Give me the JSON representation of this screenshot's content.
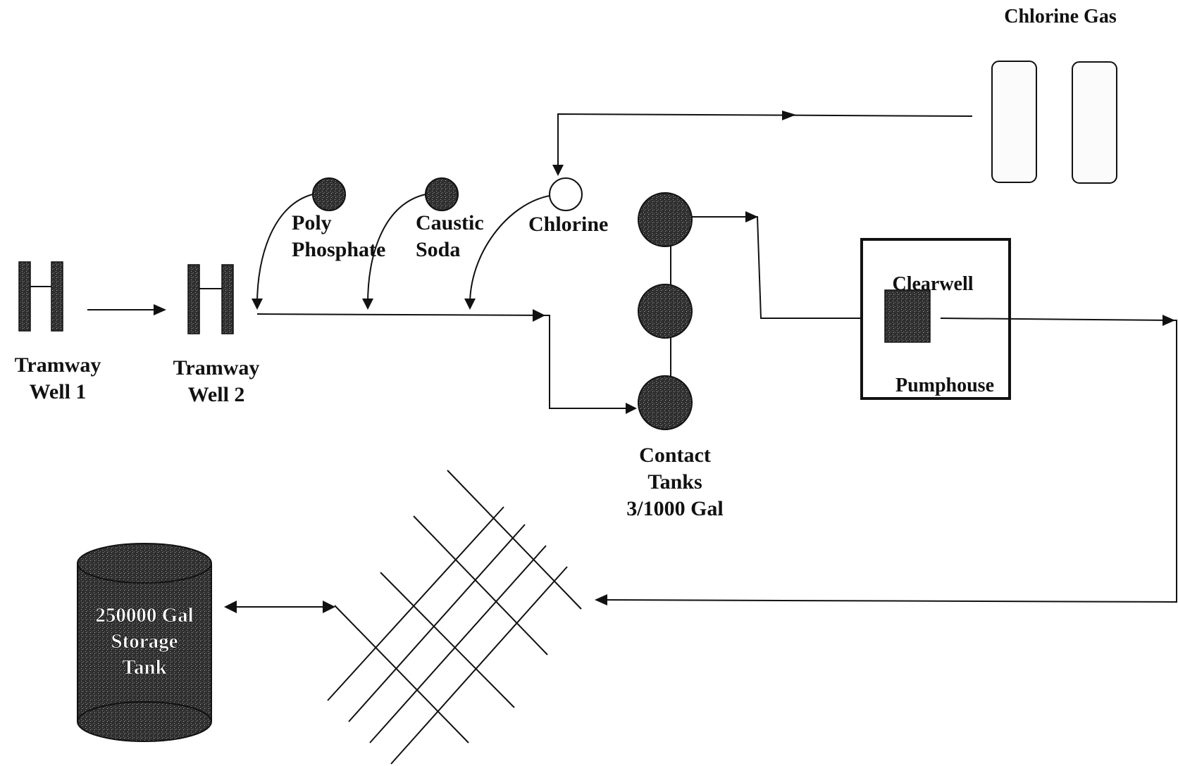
{
  "labels": {
    "chlorine_gas": "Chlorine Gas",
    "poly_line1": "Poly",
    "poly_line2": "Phosphate",
    "caustic_line1": "Caustic",
    "caustic_line2": "Soda",
    "chlorine": "Chlorine",
    "well1_line1": "Tramway",
    "well1_line2": "Well 1",
    "well2_line1": "Tramway",
    "well2_line2": "Well 2",
    "clearwell": "Clearwell",
    "pumphouse": "Pumphouse",
    "contact_line1": "Contact",
    "contact_line2": "Tanks",
    "contact_line3": "3/1000 Gal",
    "storage_line1": "250000 Gal",
    "storage_line2": "Storage",
    "storage_line3": "Tank"
  },
  "colors": {
    "ink": "#111111",
    "dark_fill": "#3a3a3a",
    "background": "#ffffff"
  }
}
